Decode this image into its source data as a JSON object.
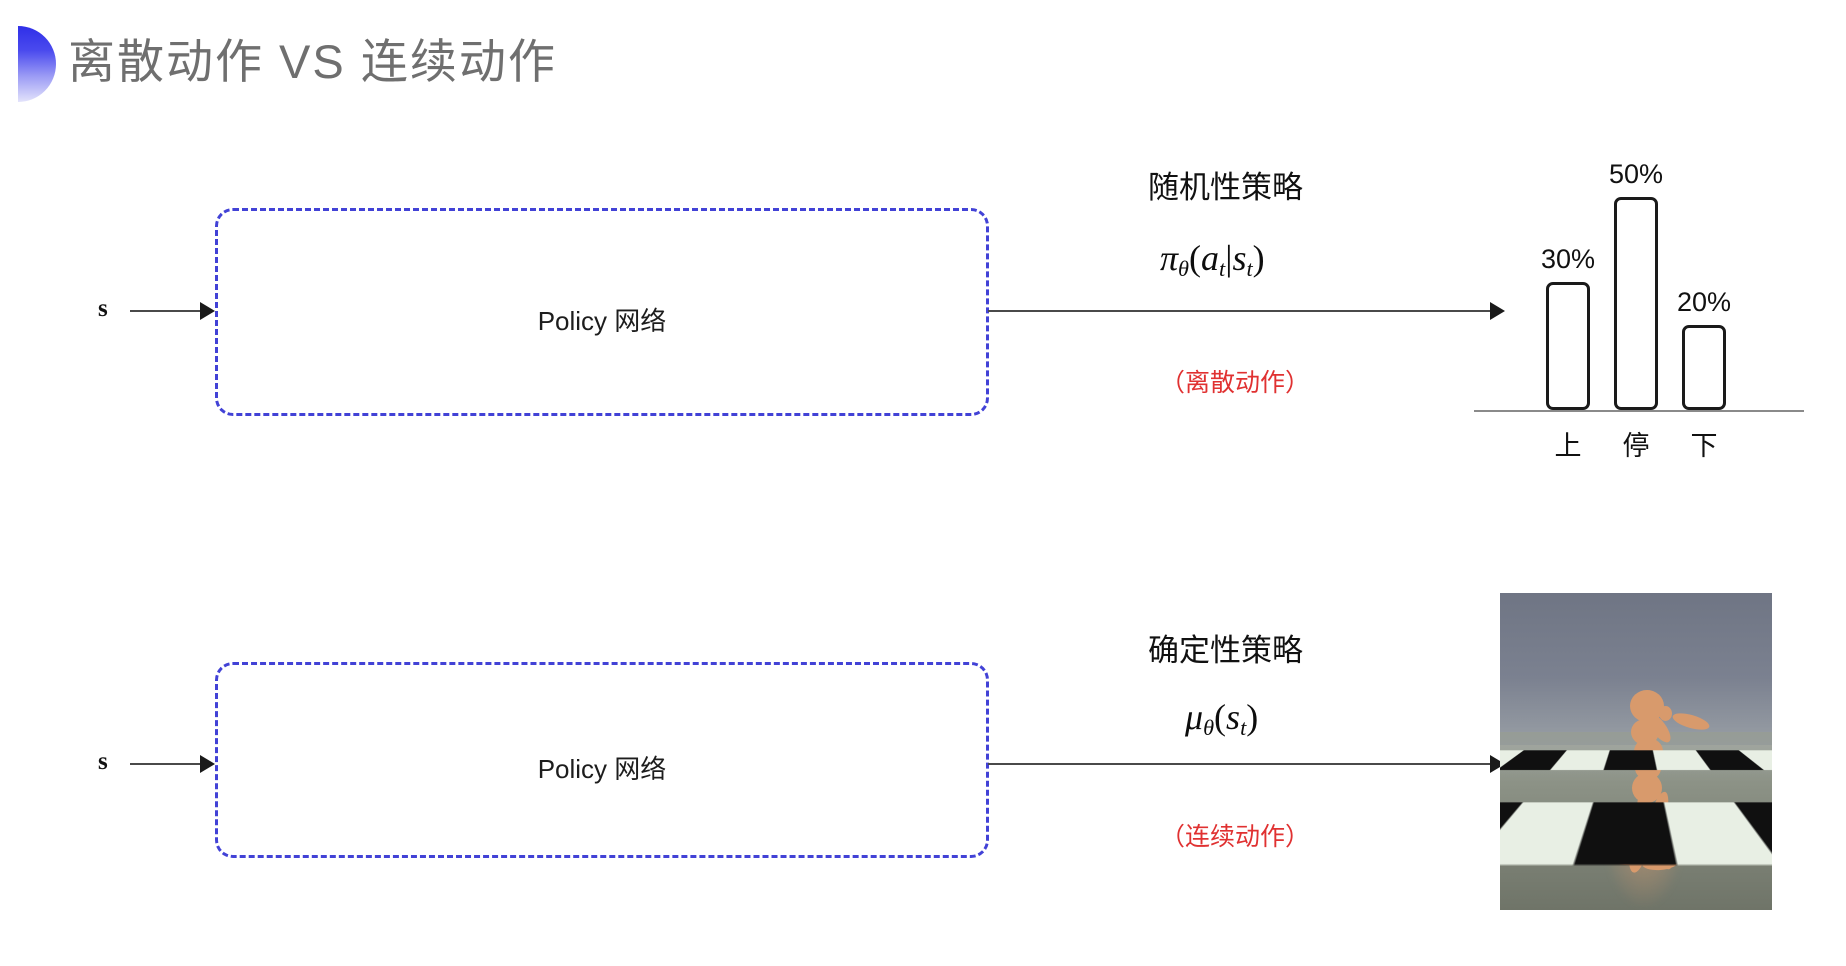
{
  "page": {
    "title": "离散动作 VS 连续动作",
    "background": "#ffffff",
    "title_color": "#6f6f6f",
    "accent_color": "#2f2fe8",
    "box_border_color": "#4242d6",
    "note_color": "#e03131"
  },
  "rows": [
    {
      "id": "discrete",
      "state_label": "s",
      "box_label": "Policy 网络",
      "policy_type": "随机性策略",
      "formula_plain": "π_θ(a_t|s_t)",
      "formula_parts": {
        "fn": "π",
        "fn_sub": "θ",
        "open": "(",
        "arg1": "a",
        "arg1_sub": "t",
        "bar": "|",
        "arg2": "s",
        "arg2_sub": "t",
        "close": ")"
      },
      "note": "（离散动作）"
    },
    {
      "id": "continuous",
      "state_label": "s",
      "box_label": "Policy 网络",
      "policy_type": "确定性策略",
      "formula_plain": "μ_θ(s_t)",
      "formula_parts": {
        "fn": "μ",
        "fn_sub": "θ",
        "open": "(",
        "arg1": "s",
        "arg1_sub": "t",
        "bar": "",
        "arg2": "",
        "arg2_sub": "",
        "close": ")"
      },
      "note": "（连续动作）"
    }
  ],
  "chart_data": {
    "type": "bar",
    "title": "",
    "xlabel": "",
    "ylabel": "",
    "categories": [
      "上",
      "停",
      "下"
    ],
    "values": [
      30,
      50,
      20
    ],
    "value_labels": [
      "30%",
      "50%",
      "20%"
    ],
    "ylim": [
      0,
      60
    ],
    "grid": false,
    "legend": false,
    "bar_fill": "#ffffff",
    "bar_stroke": "#1a1a1a",
    "axis_color": "#8a8a8a"
  },
  "sim": {
    "name": "humanoid-mujoco-render",
    "sky_color": "#7b8190",
    "floor_light": "#e8efe4",
    "floor_dark": "#101010",
    "body_color": "#d89a6c"
  }
}
